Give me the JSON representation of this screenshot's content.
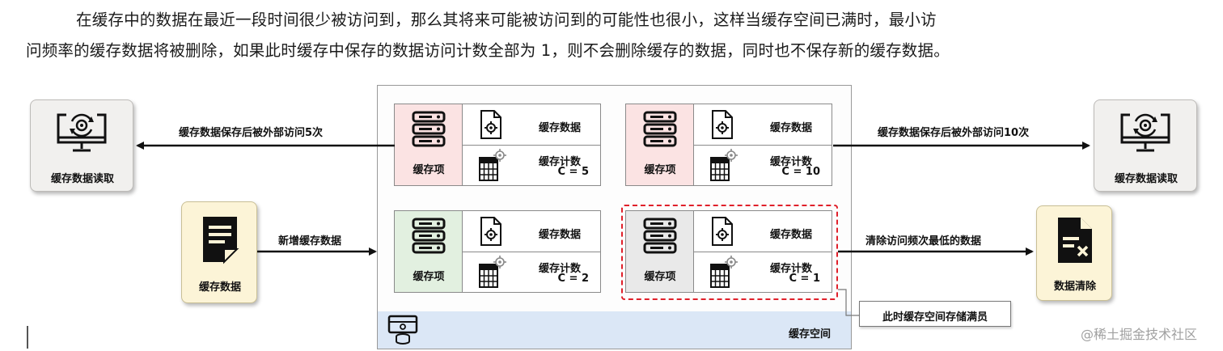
{
  "paragraph": {
    "line1": "在缓存中的数据在最近一段时间很少被访问到，那么其将来可能被访问到的可能性也很小，这样当缓存空间已满时，最小访",
    "line2": "问频率的缓存数据将被删除，如果此时缓存中保存的数据访问计数全部为 1，则不会删除缓存的数据，同时也不保存新的缓存数据。"
  },
  "left_reader": {
    "label": "缓存数据读取"
  },
  "right_reader": {
    "label": "缓存数据读取"
  },
  "new_data": {
    "label": "缓存数据"
  },
  "data_clear": {
    "label": "数据清除"
  },
  "arrows": {
    "left_top": "缓存数据保存后被外部访问5次",
    "right_top": "缓存数据保存后被外部访问10次",
    "new_add": "新增缓存数据",
    "clear_low": "清除访问频次最低的数据"
  },
  "cache_space": {
    "label": "缓存空间"
  },
  "full_note": "此时缓存空间存储满员",
  "items": [
    {
      "item_label": "缓存项",
      "data_label": "缓存数据",
      "count_label": "缓存计数",
      "count_value": "C = 5",
      "color": "#fbe3e3"
    },
    {
      "item_label": "缓存项",
      "data_label": "缓存数据",
      "count_label": "缓存计数",
      "count_value": "C = 10",
      "color": "#fbe3e3"
    },
    {
      "item_label": "缓存项",
      "data_label": "缓存数据",
      "count_label": "缓存计数",
      "count_value": "C = 2",
      "color": "#e2f0e0"
    },
    {
      "item_label": "缓存项",
      "data_label": "缓存数据",
      "count_label": "缓存计数",
      "count_value": "C = 1",
      "color": "#e9e9e9"
    }
  ],
  "watermark": "@稀土掘金技术社区",
  "colors": {
    "reader_bg": "#f1f0ee",
    "doc_bg": "#fcf4d7",
    "red_dash": "#e0202a",
    "space_bottom": "#dbe7f6"
  },
  "icons": {
    "reader": "monitor-gear-icon",
    "server": "server-icon",
    "file_gear": "file-gear-icon",
    "calculator_gear": "calculator-gear-icon",
    "document": "document-icon",
    "file_remove": "file-remove-icon",
    "storage": "storage-monitor-icon"
  }
}
